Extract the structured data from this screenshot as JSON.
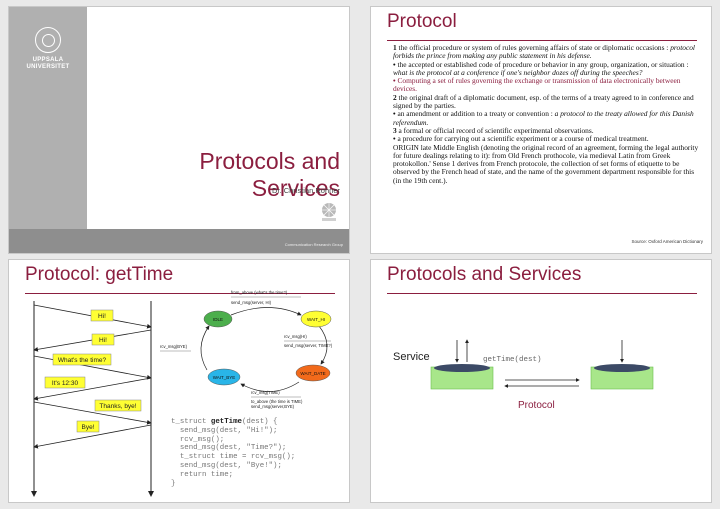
{
  "slide1": {
    "university": "UPPSALA UNIVERSITET",
    "title": "Protocols and Services",
    "author": "Dr. Christian Rohner",
    "group": "Communication Research Group"
  },
  "slide2": {
    "title": "Protocol",
    "source": "Source: Oxford American Dictionary",
    "definitions": [
      {
        "num": "1",
        "text": " the official procedure or system of rules governing affairs of state or diplomatic occasions : ",
        "example": "protocol forbids the prince from making any public statement in his defense."
      },
      {
        "num": "•",
        "text": " the accepted or established code of procedure or behavior in any group, organization, or situation : ",
        "example": "what is the protocol at a conference if one's neighbor dozes off during the speeches?"
      },
      {
        "num": "•",
        "text": " Computing a set of rules governing the exchange or transmission of data electronically between devices.",
        "example": "",
        "highlight": true
      },
      {
        "num": "2",
        "text": " the original draft of a diplomatic document, esp. of the terms of a treaty agreed to in conference and signed by the parties.",
        "example": ""
      },
      {
        "num": "•",
        "text": " an amendment or addition to a treaty or convention : ",
        "example": "a protocol to the treaty allowed for this Danish referendum."
      },
      {
        "num": "3",
        "text": " a formal or official record of scientific experimental observations.",
        "example": ""
      },
      {
        "num": "•",
        "text": " a procedure for carrying out a scientific experiment or a course of medical treatment.",
        "example": ""
      }
    ],
    "origin": "ORIGIN late Middle English (denoting the original record of an agreement, forming the legal authority for future dealings relating to it): from Old French prothocole, via medieval Latin from Greek protokollon.' Sense 1 derives from French protocole, the collection of set forms of etiquette to be observed by the French head of state, and the name of the government department responsible for this (in the 19th cent.)."
  },
  "slide3": {
    "title": "Protocol: getTime",
    "messages": [
      "Hi!",
      "Hi!",
      "What's the time?",
      "It's 12:30",
      "Thanks, bye!",
      "Bye!"
    ],
    "states": {
      "idle": "IDLE",
      "wait_hi": "WAIT_HI",
      "wait_date": "WAIT_DATE",
      "wait_bye": "WAIT_BYE"
    },
    "transitions": {
      "top1": "from_above (what's the time?)",
      "top2": "send_msg(server, HI)",
      "right1": "rcv_msg(HI)",
      "right2": "send_msg(server, TIME?)",
      "left": "rcv_msg(BYE)",
      "bottom1": "rcv_msg(TIME)",
      "bottom2": "to_above (the time is TIME)",
      "bottom3": "send_msg(server,BYE)"
    },
    "code": [
      {
        "pre": "t_struct ",
        "bold": "getTime",
        "post": "(dest) {"
      },
      {
        "pre": "  send_msg(dest, \"Hi!\");",
        "bold": "",
        "post": ""
      },
      {
        "pre": "  rcv_msg();",
        "bold": "",
        "post": ""
      },
      {
        "pre": "  send_msg(dest, \"Time?\");",
        "bold": "",
        "post": ""
      },
      {
        "pre": "  t_struct time = rcv_msg();",
        "bold": "",
        "post": ""
      },
      {
        "pre": "  send_msg(dest, \"Bye!\");",
        "bold": "",
        "post": ""
      },
      {
        "pre": "  return time;",
        "bold": "",
        "post": ""
      },
      {
        "pre": "}",
        "bold": "",
        "post": ""
      }
    ]
  },
  "slide4": {
    "title": "Protocols and Services",
    "service_label": "Service",
    "call": "getTime(dest)",
    "protocol_label": "Protocol"
  },
  "colors": {
    "accent": "#8b1e3f",
    "message_box": "#ffff33",
    "idle": "#4cae4c",
    "wait_hi": "#ffff33",
    "wait_date": "#f26a1b",
    "wait_bye": "#29b5e8",
    "layer_green": "#a8e68a",
    "disc": "#3c4a66"
  }
}
